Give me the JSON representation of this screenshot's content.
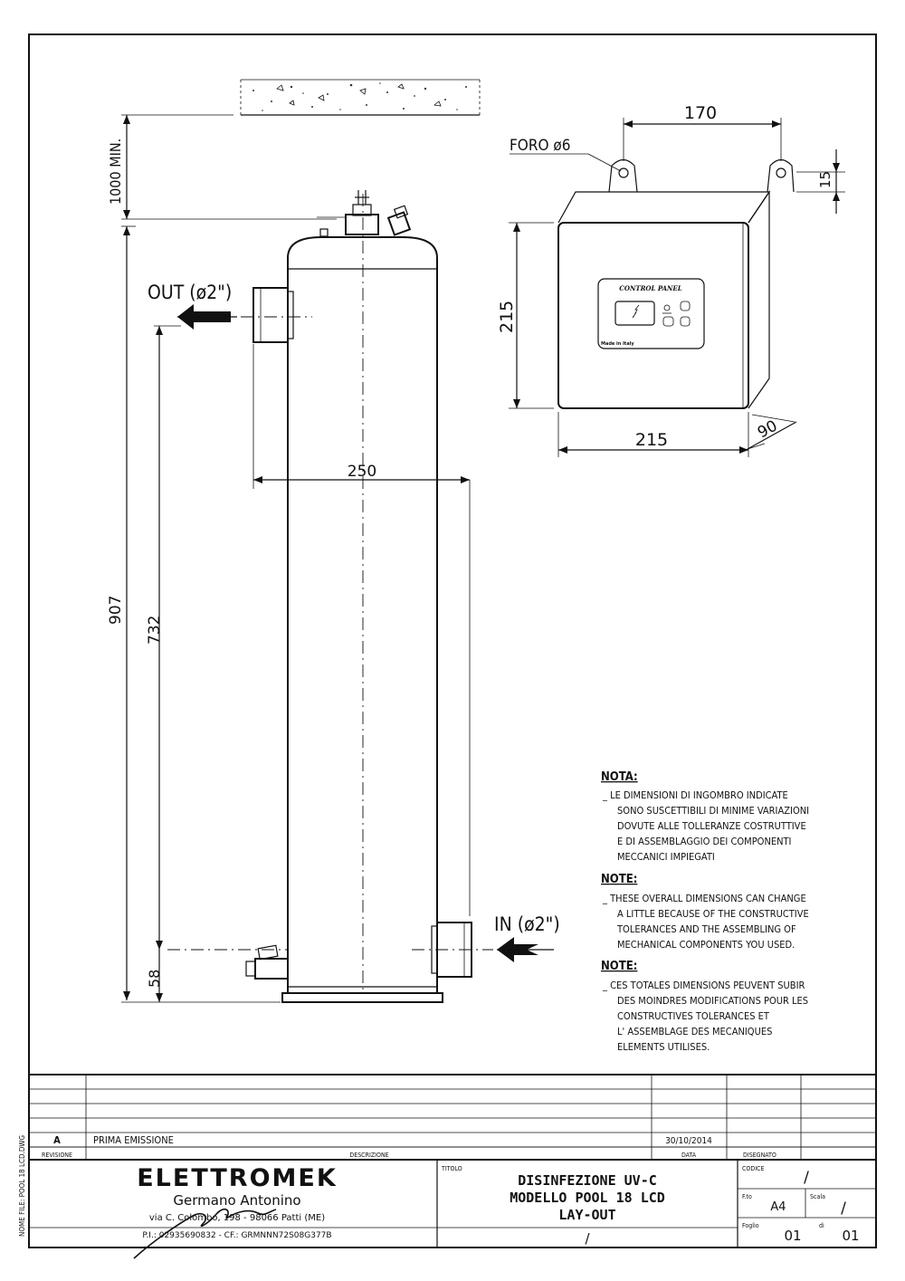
{
  "drawing": {
    "wall_clearance": "1000 MIN.",
    "outlet_label": "OUT (ø2\")",
    "inlet_label": "IN (ø2\")",
    "dim_total_height": "907",
    "dim_port_spacing": "732",
    "dim_bottom_offset": "58",
    "dim_port_projection": "250",
    "panel_width": "170",
    "panel_hole_label": "FORO ø6",
    "panel_tab_height": "15",
    "panel_height": "215",
    "panel_depth_width": "215",
    "panel_depth": "90",
    "control_panel_title": "CONTROL PANEL",
    "control_panel_made": "Made in Italy"
  },
  "notes": [
    {
      "heading": "NOTA:",
      "lines": [
        "_ LE DIMENSIONI DI INGOMBRO INDICATE",
        "SONO SUSCETTIBILI DI MINIME VARIAZIONI",
        "DOVUTE ALLE TOLLERANZE COSTRUTTIVE",
        "E DI ASSEMBLAGGIO DEI COMPONENTI",
        "MECCANICI IMPIEGATI"
      ]
    },
    {
      "heading": "NOTE:",
      "lines": [
        "_ THESE OVERALL DIMENSIONS CAN CHANGE",
        "A LITTLE BECAUSE OF THE CONSTRUCTIVE",
        "TOLERANCES AND THE ASSEMBLING OF",
        "MECHANICAL COMPONENTS YOU USED."
      ]
    },
    {
      "heading": "NOTE:",
      "lines": [
        "_ CES TOTALES DIMENSIONS PEUVENT SUBIR",
        "DES MOINDRES MODIFICATIONS POUR LES",
        "CONSTRUCTIVES TOLERANCES ET",
        "L' ASSEMBLAGE DES MECANIQUES",
        "ELEMENTS UTILISES."
      ]
    }
  ],
  "revision_table": {
    "rev": "A",
    "description": "PRIMA EMISSIONE",
    "date": "30/10/2014",
    "header_revision": "REVISIONE",
    "header_description": "DESCRIZIONE",
    "header_date": "DATA",
    "header_drawn": "DISEGNATO"
  },
  "title_block": {
    "company": "ELETTROMEK",
    "owner": "Germano Antonino",
    "address": "via C. Colombo, 198 - 98066 Patti (ME)",
    "tax": "P.I.: 02935690832 - CF.: GRMNNN72S08G377B",
    "title_label": "TITOLO",
    "title_line1": "DISINFEZIONE UV-C",
    "title_line2": "MODELLO POOL 18 LCD",
    "title_line3": "LAY-OUT",
    "title_extra": "/",
    "code_label": "CODICE",
    "code_value": "/",
    "format_label": "F.to",
    "format_value": "A4",
    "scale_label": "Scala",
    "scale_value": "/",
    "sheet_label": "Foglio",
    "sheet_value": "01",
    "of_label": "di",
    "sheet_total": "01"
  },
  "file_name": "NOME FILE: POOL 18 LCD.DWG"
}
